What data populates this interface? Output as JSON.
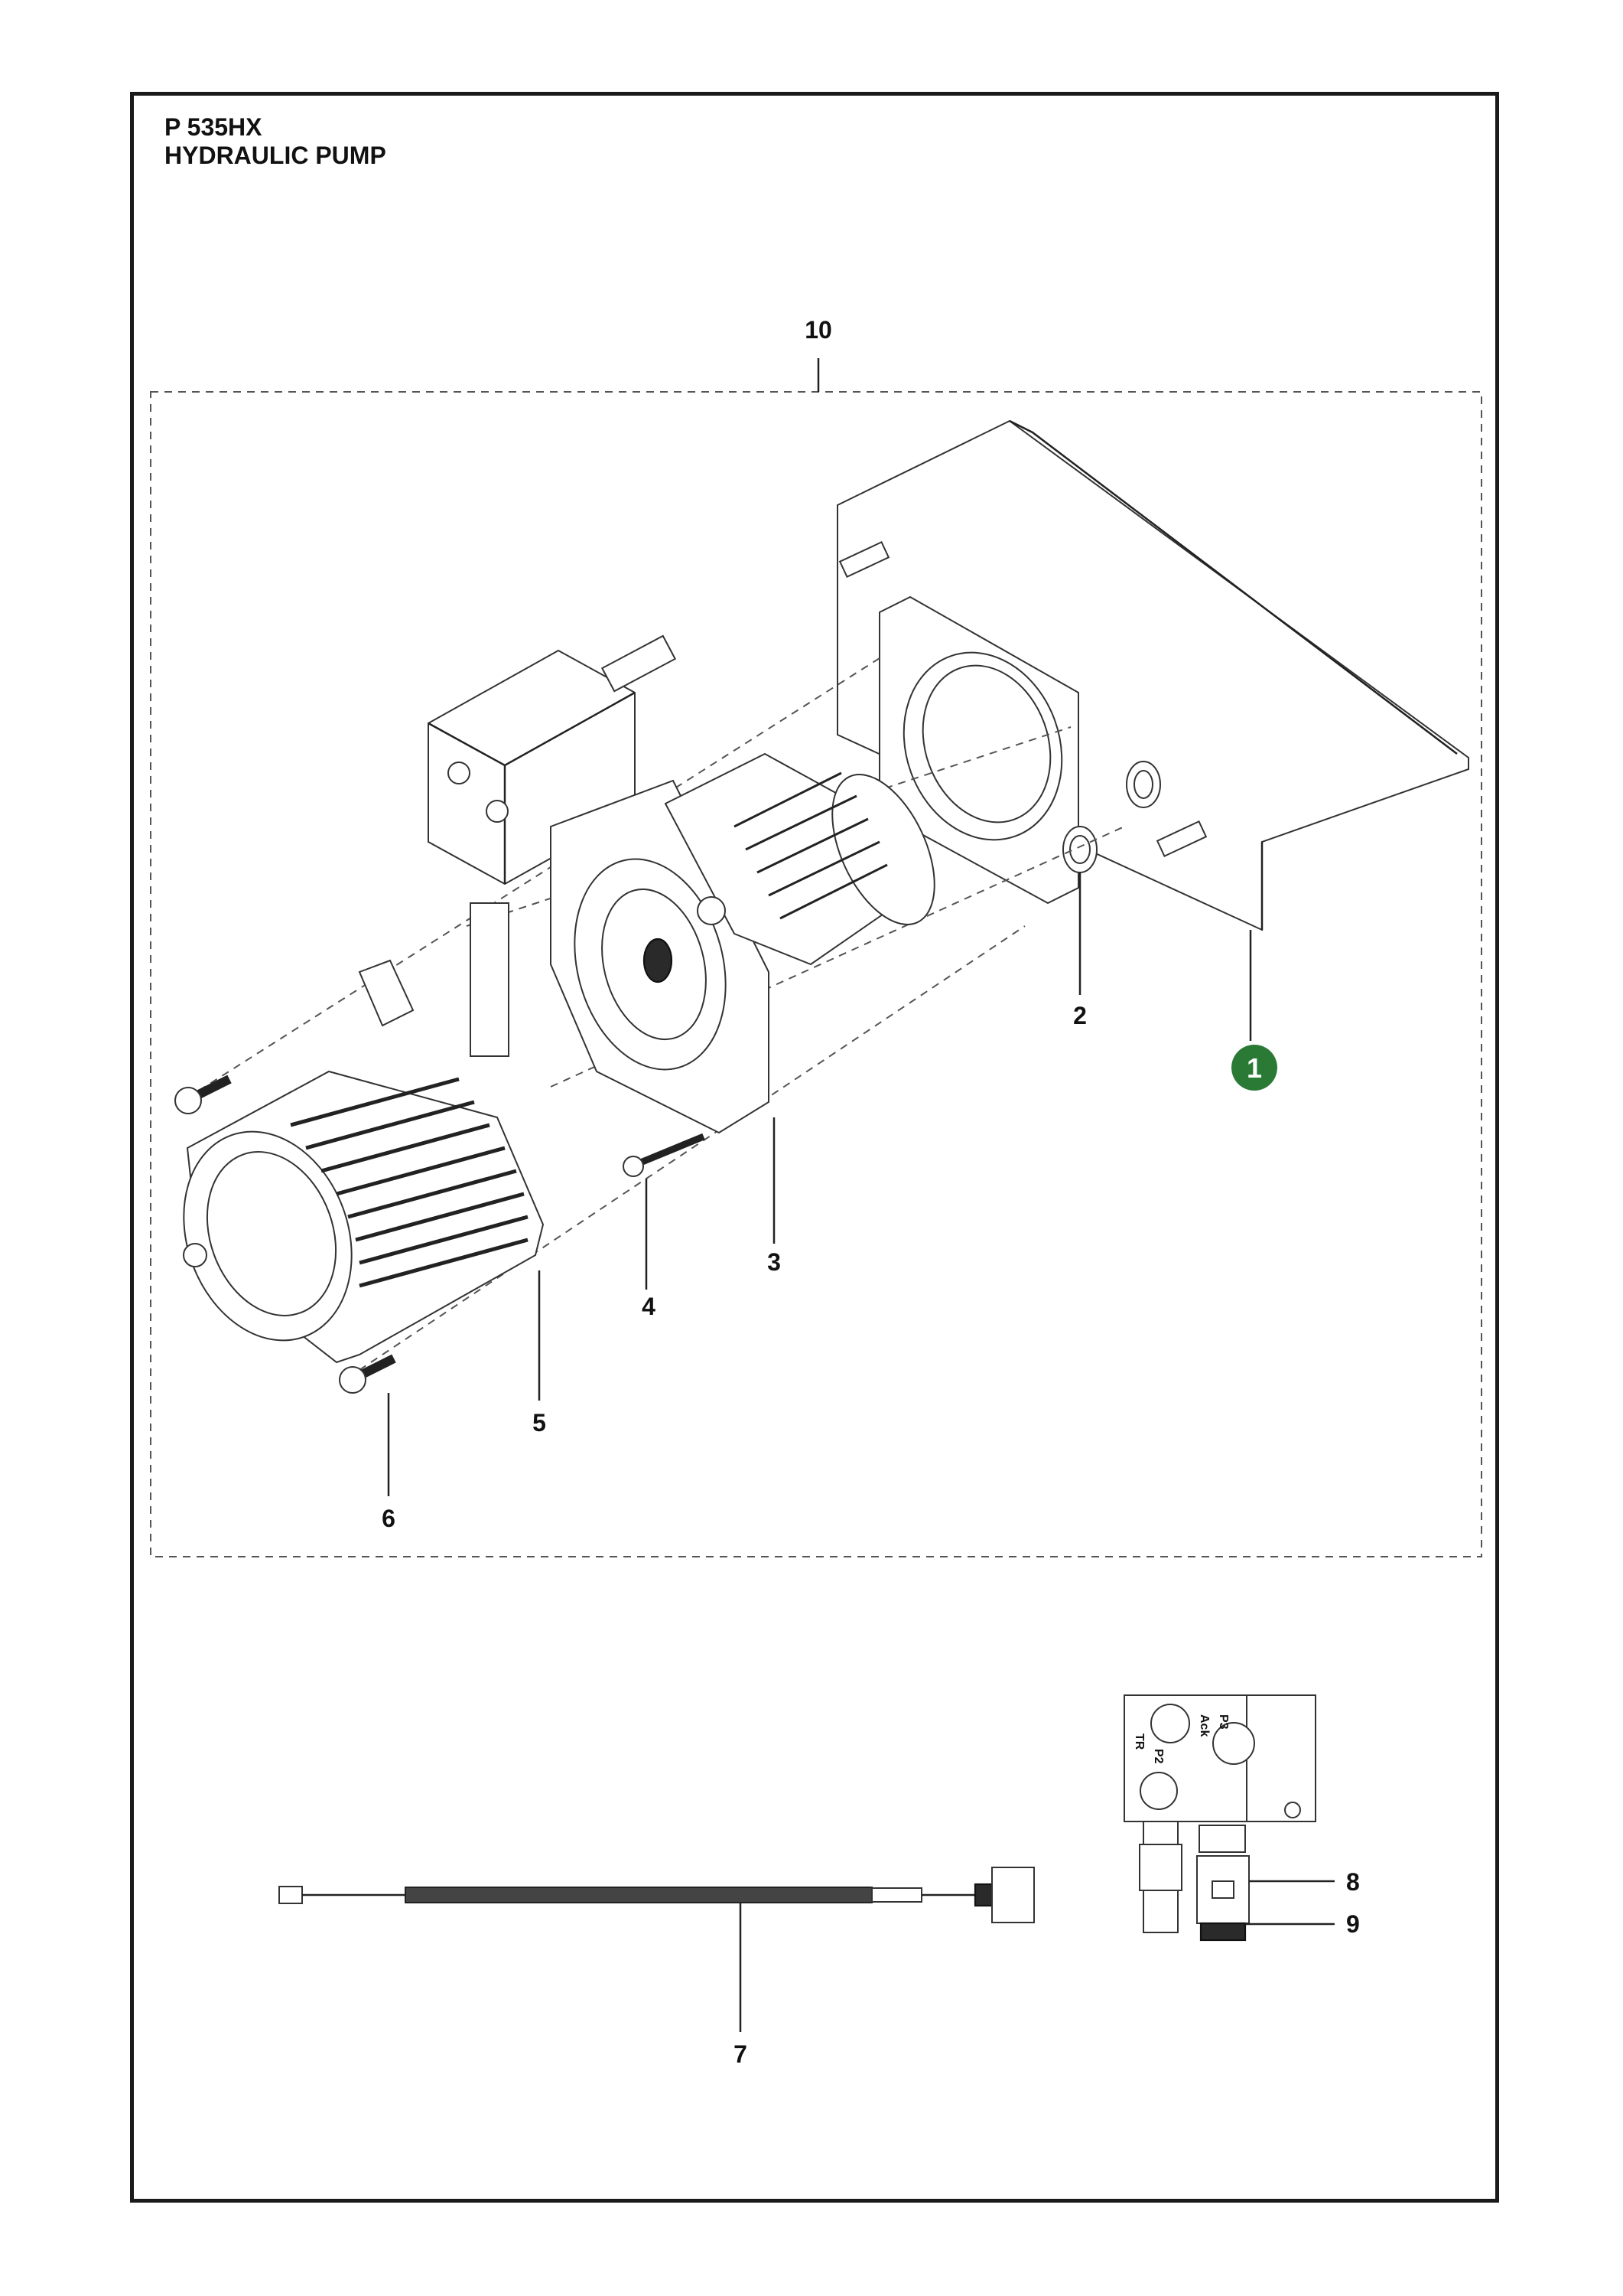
{
  "header": {
    "model": "P 535HX",
    "section": "HYDRAULIC PUMP"
  },
  "callouts": [
    {
      "id": "c1",
      "label": "1"
    },
    {
      "id": "c2",
      "label": "2"
    },
    {
      "id": "c3",
      "label": "3"
    },
    {
      "id": "c4",
      "label": "4"
    },
    {
      "id": "c5",
      "label": "5"
    },
    {
      "id": "c6",
      "label": "6"
    },
    {
      "id": "c7",
      "label": "7"
    },
    {
      "id": "c8",
      "label": "8"
    },
    {
      "id": "c9",
      "label": "9"
    },
    {
      "id": "c10",
      "label": "10"
    }
  ],
  "valve_block": {
    "port_p3": "P3",
    "port_ack": "Ack",
    "port_tr": "TR",
    "port_p2": "P2"
  },
  "colors": {
    "highlight_badge": "#2a7a35",
    "line": "#222222"
  }
}
